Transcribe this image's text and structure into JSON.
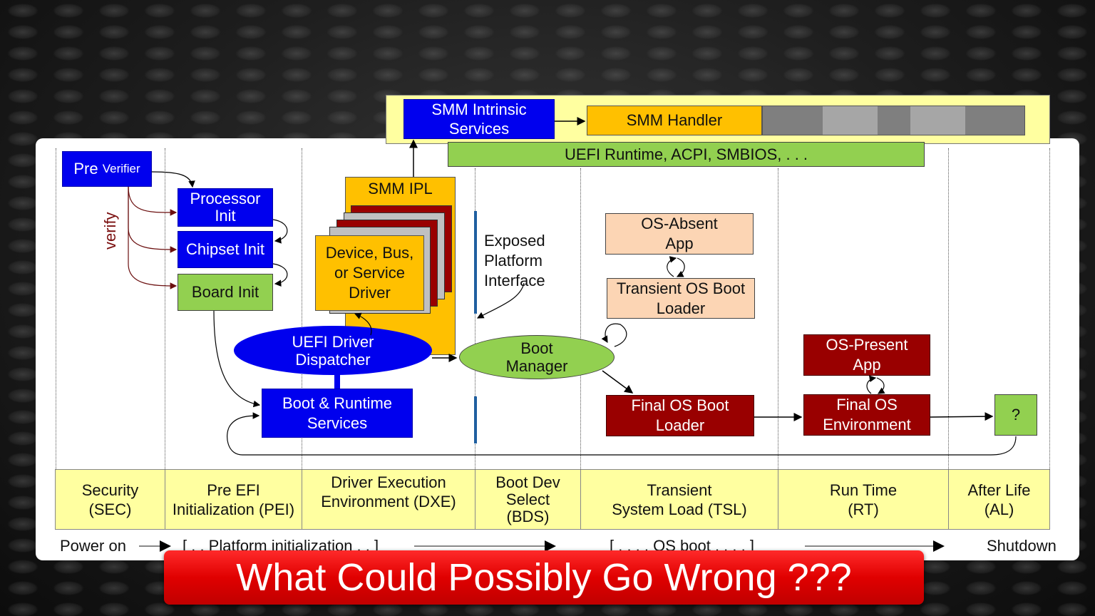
{
  "diagram": {
    "top_bar": {
      "smm_intrinsic": "SMM Intrinsic Services",
      "smm_handler": "SMM Handler",
      "uefi_runtime": "UEFI Runtime, ACPI, SMBIOS, . . ."
    },
    "sec": {
      "pre_verifier_pre": "Pre",
      "pre_verifier_small": "Verifier",
      "verify_label": "verify"
    },
    "pei": {
      "processor_init": "Processor Init",
      "chipset_init": "Chipset Init",
      "board_init": "Board Init"
    },
    "dxe": {
      "smm_ipl": "SMM IPL",
      "device_driver_line1": "Device,  Bus,",
      "device_driver_line2": "or Service",
      "device_driver_line3": "Driver",
      "uefi_dispatcher_line1": "UEFI Driver",
      "uefi_dispatcher_line2": "Dispatcher",
      "boot_runtime_line1": "Boot  & Runtime",
      "boot_runtime_line2": "Services"
    },
    "bds": {
      "exposed_line1": "Exposed",
      "exposed_line2": "Platform",
      "exposed_line3": "Interface",
      "boot_manager_line1": "Boot",
      "boot_manager_line2": "Manager"
    },
    "tsl": {
      "os_absent_line1": "OS-Absent",
      "os_absent_line2": "App",
      "transient_loader_line1": "Transient OS Boot",
      "transient_loader_line2": "Loader",
      "final_loader_line1": "Final OS Boot",
      "final_loader_line2": "Loader"
    },
    "rt": {
      "os_present_line1": "OS-Present",
      "os_present_line2": "App",
      "final_env_line1": "Final OS",
      "final_env_line2": "Environment"
    },
    "al": {
      "question": "?"
    }
  },
  "phases": [
    {
      "line1": "Security",
      "line2": "(SEC)",
      "line3": ""
    },
    {
      "line1": "Pre EFI",
      "line2": "Initialization  (PEI)",
      "line3": ""
    },
    {
      "line1": "Driver Execution",
      "line2": "Environment  (DXE)",
      "line3": ""
    },
    {
      "line1": "Boot Dev",
      "line2": "Select",
      "line3": "(BDS)"
    },
    {
      "line1": "Transient",
      "line2": "System Load (TSL)",
      "line3": ""
    },
    {
      "line1": "Run Time",
      "line2": "(RT)",
      "line3": ""
    },
    {
      "line1": "After Life",
      "line2": "(AL)",
      "line3": ""
    }
  ],
  "timeline": {
    "power_on": "Power on",
    "platform_init": "[ . . Platform initialization . . ]",
    "os_boot": "[ . . . . OS boot . . . . ]",
    "shutdown": "Shutdown"
  },
  "banner": "What Could Possibly Go Wrong ???",
  "colors": {
    "blue": "#0000ee",
    "green": "#92d050",
    "yellow": "#ffc000",
    "peach": "#fcd5b4",
    "dark_red": "#990000",
    "phase_bg": "#ffffa0",
    "banner_red": "#e00000"
  }
}
